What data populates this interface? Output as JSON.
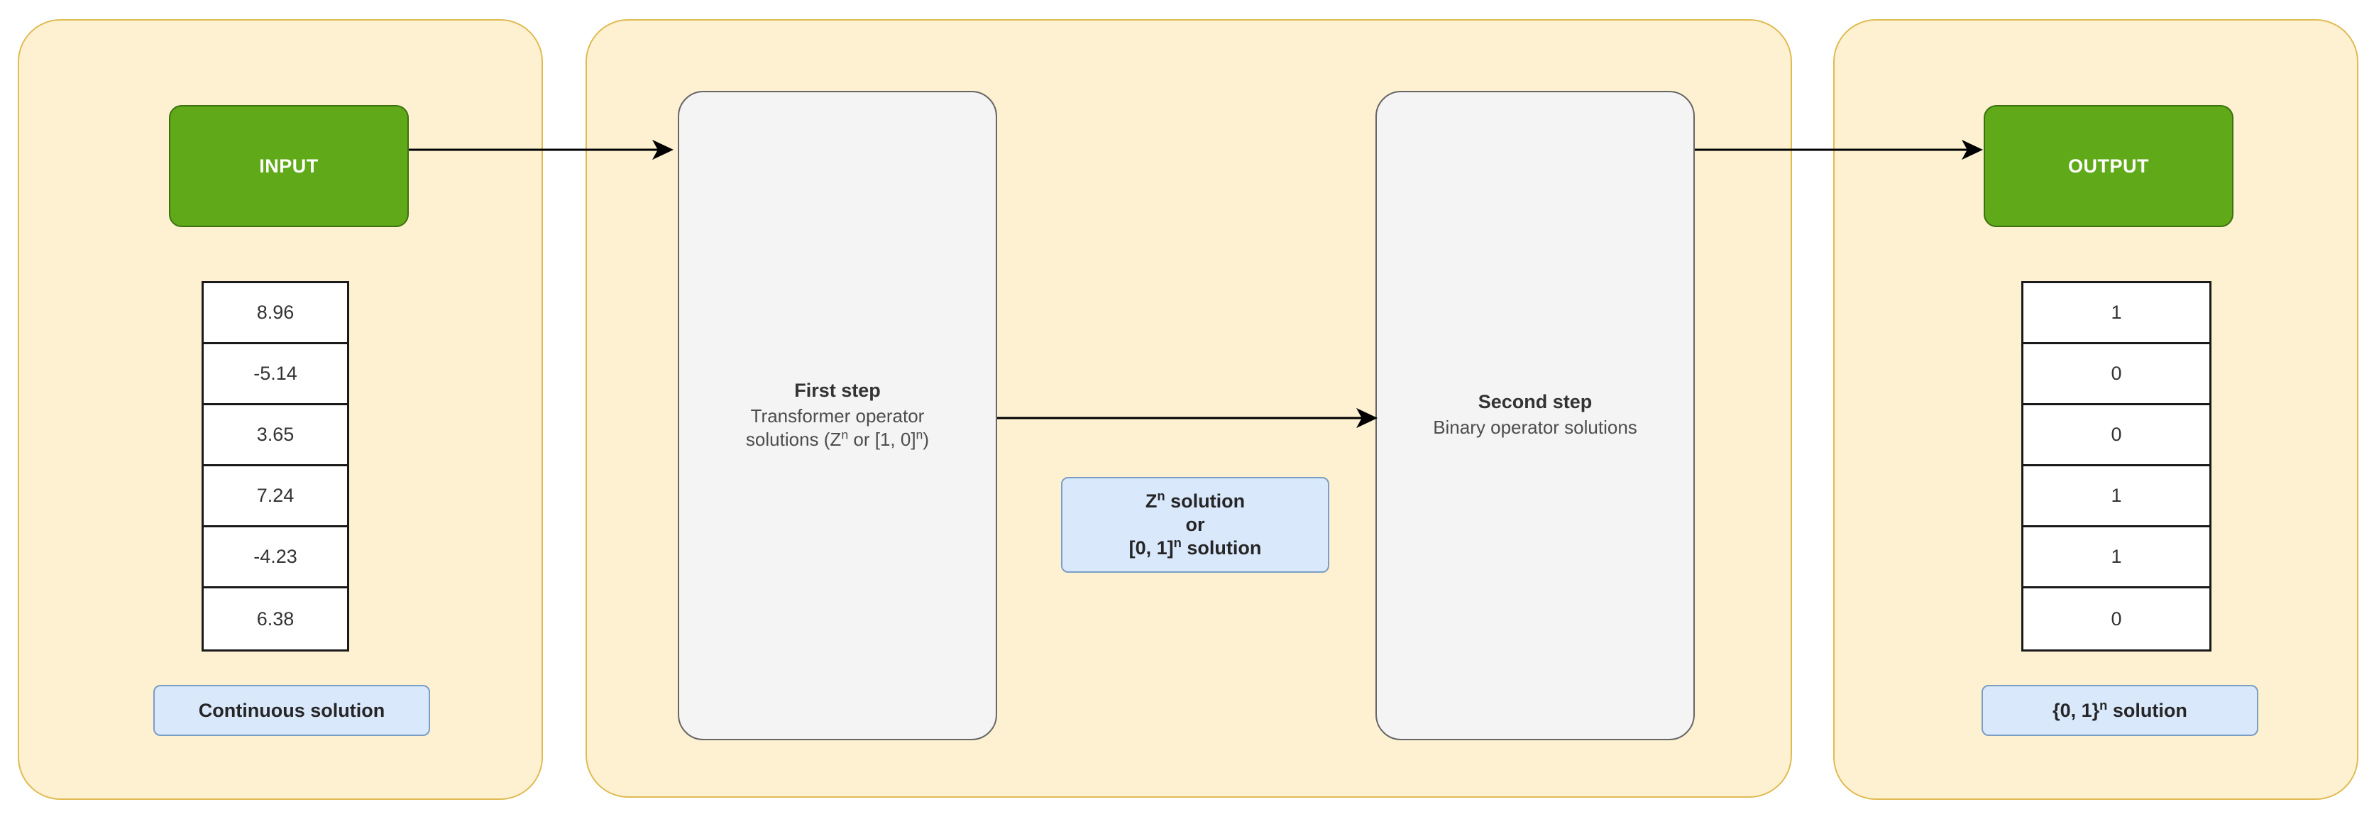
{
  "diagram": {
    "groups": {
      "input_group_label": "INPUT",
      "output_group_label": "OUTPUT"
    },
    "input": {
      "box_label": "INPUT",
      "values": [
        "8.96",
        "-5.14",
        "3.65",
        "7.24",
        "-4.23",
        "6.38"
      ],
      "caption": "Continuous solution"
    },
    "output": {
      "box_label": "OUTPUT",
      "values": [
        "1",
        "0",
        "0",
        "1",
        "1",
        "0"
      ],
      "caption_prefix": "{0, 1}",
      "caption_sup": "n",
      "caption_suffix": " solution"
    },
    "steps": [
      {
        "title": "First step",
        "desc_line1": "Transformer operator",
        "desc_line2": "solutions (Z",
        "desc_sup1": "n",
        "desc_line3": " or [1, 0]",
        "desc_sup2": "n",
        "desc_line4": ")"
      },
      {
        "title": "Second step",
        "desc_line1": "Binary operator solutions"
      }
    ],
    "middle_pill": {
      "line1_prefix": "Z",
      "line1_sup": "n",
      "line1_suffix": " solution",
      "line2": "or",
      "line3_prefix": "[0, 1]",
      "line3_sup": "n",
      "line3_suffix": " solution"
    },
    "colors": {
      "group_fill": "#fdf1d2",
      "group_border": "#e0bb52",
      "endpoint_fill": "#60a919",
      "endpoint_border": "#3d7110",
      "pill_fill": "#dae8fc",
      "pill_border": "#7a9ec4",
      "step_fill": "#f4f4f4",
      "step_border": "#666666",
      "arrow": "#000000",
      "table_border": "#1a1a1a"
    }
  }
}
